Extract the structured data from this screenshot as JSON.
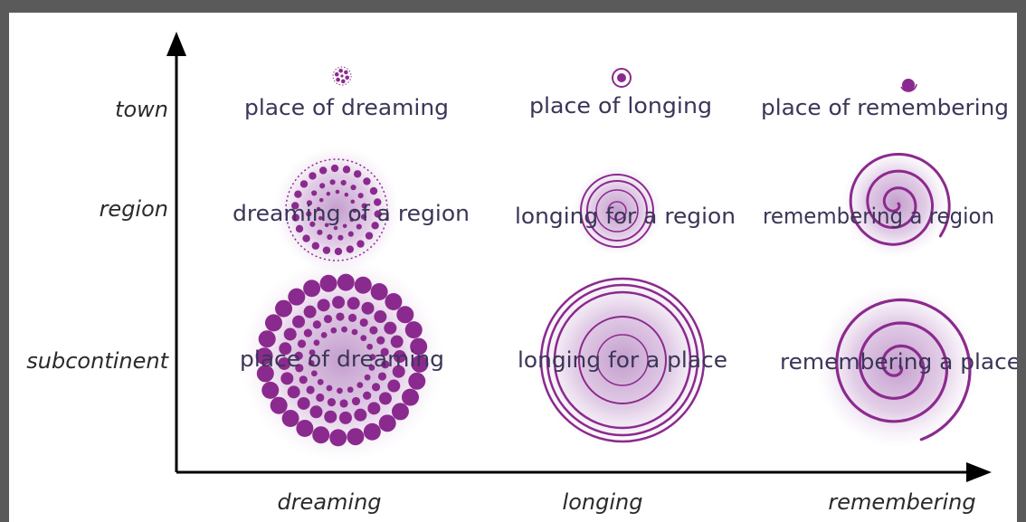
{
  "axes": {
    "y_levels": [
      "town",
      "region",
      "subcontinent"
    ],
    "x_levels": [
      "dreaming",
      "longing",
      "remembering"
    ]
  },
  "cells": {
    "town": [
      "place of dreaming",
      "place of longing",
      "place of remembering"
    ],
    "region": [
      "dreaming of a region",
      "longing for a region",
      "remembering a region"
    ],
    "subcontinent": [
      "place of dreaming",
      "longing for a place",
      "remembering a place"
    ]
  },
  "colors": {
    "frame": "#5a5a5a",
    "axis": "#000000",
    "glyph": "#8b2a8e",
    "glow": "#b98cc4",
    "label_text": "#3b3557"
  },
  "glyph_types": [
    "dot-ring",
    "concentric-circles",
    "spiral"
  ]
}
